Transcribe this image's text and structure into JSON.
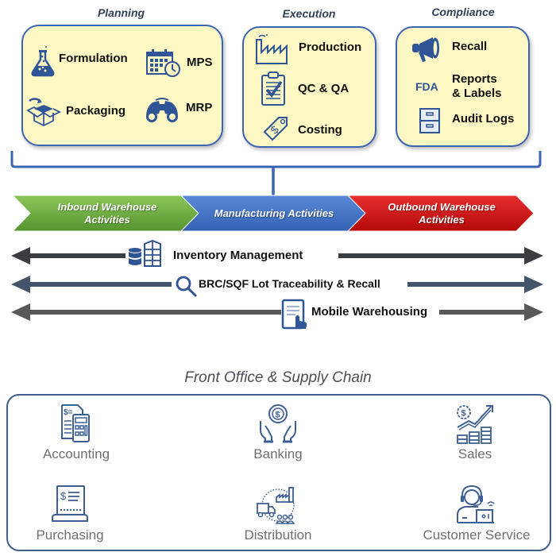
{
  "planning": {
    "title": "Planning",
    "items": [
      {
        "label": "Formulation",
        "icon": "flask-icon"
      },
      {
        "label": "MPS",
        "icon": "calendar-clock-icon"
      },
      {
        "label": "Packaging",
        "icon": "box-icon"
      },
      {
        "label": "MRP",
        "icon": "binoculars-icon"
      }
    ]
  },
  "execution": {
    "title": "Execution",
    "items": [
      {
        "label": "Production",
        "icon": "factory-icon"
      },
      {
        "label": "QC & QA",
        "icon": "clipboard-check-icon"
      },
      {
        "label": "Costing",
        "icon": "price-tag-icon"
      }
    ]
  },
  "compliance": {
    "title": "Compliance",
    "items": [
      {
        "label": "Recall",
        "icon": "megaphone-icon"
      },
      {
        "label": "Reports\n& Labels",
        "label_line1": "Reports",
        "label_line2": "& Labels",
        "icon_text": "FDA",
        "icon": "fda-text-icon"
      },
      {
        "label": "Audit Logs",
        "icon": "file-cabinet-icon"
      }
    ]
  },
  "process_flow": [
    {
      "label_line1": "Inbound Warehouse",
      "label_line2": "Activities",
      "color": "#6aae3f"
    },
    {
      "label_line1": "Manufacturing Activities",
      "label_line2": "",
      "color": "#4472c4"
    },
    {
      "label_line1": "Outbound Warehouse",
      "label_line2": "Activities",
      "color": "#d40f0f"
    }
  ],
  "cross_functions": [
    {
      "label_bold_prefix": "Inventory ",
      "label_rest": "Management",
      "icon": "database-shelves-icon",
      "color": "#3a3d42"
    },
    {
      "label": "BRC/SQF Lot Traceability & Recall",
      "icon": "magnifier-icon",
      "color": "#44546a"
    },
    {
      "label": "Mobile Warehousing",
      "icon": "tablet-touch-icon",
      "color": "#595959"
    }
  ],
  "front_office": {
    "title": "Front Office & Supply Chain",
    "items": [
      {
        "label": "Accounting",
        "icon": "invoice-calculator-icon"
      },
      {
        "label": "Banking",
        "icon": "hands-coin-icon"
      },
      {
        "label": "Sales",
        "icon": "sales-growth-icon"
      },
      {
        "label": "Purchasing",
        "icon": "receipt-icon"
      },
      {
        "label": "Distribution",
        "icon": "distribution-network-icon"
      },
      {
        "label": "Customer Service",
        "icon": "support-agent-icon"
      }
    ]
  },
  "colors": {
    "panel_fill": "#fdf8c4",
    "panel_border": "#3b64b3",
    "icon_blue": "#2f5597",
    "line_icon_blue": "#3d5f96"
  }
}
